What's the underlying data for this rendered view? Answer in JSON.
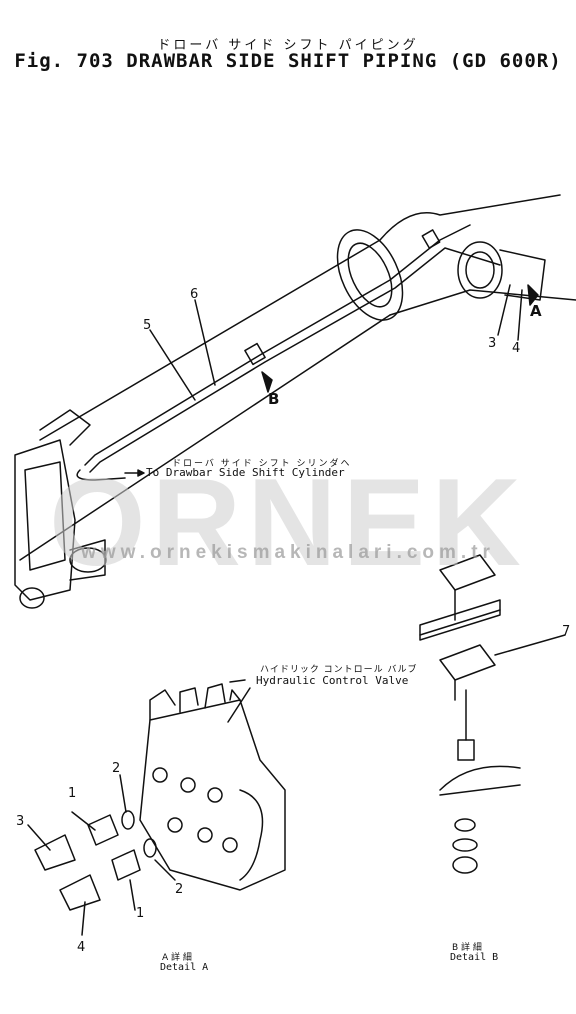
{
  "title": {
    "jp": "ドローバ サイド シフト パイピング",
    "en": "Fig. 703  DRAWBAR SIDE SHIFT PIPING (GD 600R)"
  },
  "watermark": {
    "brand": "ORNEK",
    "url": "www.ornekismakinalari.com.tr"
  },
  "cylinder_label": {
    "jp": "ドローバ サイド シフト シリンダヘ",
    "en": "To Drawbar Side Shift Cylinder"
  },
  "valve_label": {
    "jp": "ハイドリック コントロール バルブ",
    "en": "Hydraulic Control Valve"
  },
  "details": {
    "a": {
      "jp": "A 詳 細",
      "en": "Detail A"
    },
    "b": {
      "jp": "B 詳 細",
      "en": "Detail B"
    }
  },
  "callouts": {
    "c1": "1",
    "c2": "2",
    "c3": "3",
    "c4": "4",
    "c5": "5",
    "c6": "6",
    "c7": "7",
    "arrow_a": "A",
    "arrow_b": "B"
  }
}
